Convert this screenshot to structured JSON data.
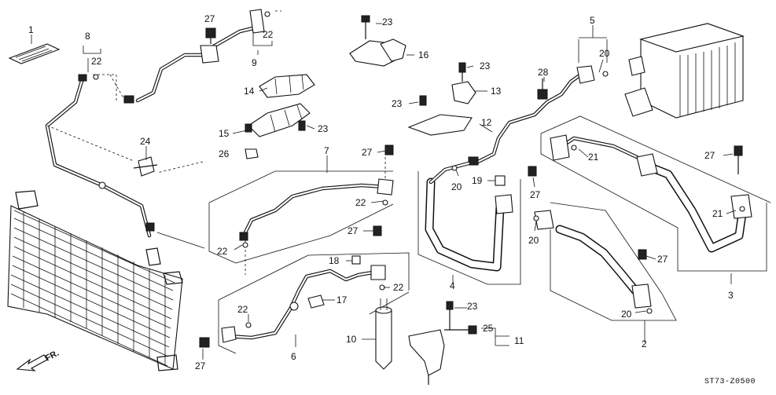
{
  "diagram": {
    "code": "ST73-Z0500",
    "direction": "FR."
  },
  "callouts": [
    {
      "id": "c1",
      "text": "1"
    },
    {
      "id": "c8",
      "text": "8"
    },
    {
      "id": "c22a",
      "text": "22"
    },
    {
      "id": "c27a",
      "text": "27"
    },
    {
      "id": "c22b",
      "text": "22"
    },
    {
      "id": "c9",
      "text": "9"
    },
    {
      "id": "c23a",
      "text": "23"
    },
    {
      "id": "c16",
      "text": "16"
    },
    {
      "id": "c23b",
      "text": "23"
    },
    {
      "id": "c13",
      "text": "13"
    },
    {
      "id": "c23c",
      "text": "23"
    },
    {
      "id": "c5",
      "text": "5"
    },
    {
      "id": "c20a",
      "text": "20"
    },
    {
      "id": "c28",
      "text": "28"
    },
    {
      "id": "c14",
      "text": "14"
    },
    {
      "id": "c15",
      "text": "15"
    },
    {
      "id": "c23d",
      "text": "23"
    },
    {
      "id": "c26",
      "text": "26"
    },
    {
      "id": "c24",
      "text": "24"
    },
    {
      "id": "c7",
      "text": "7"
    },
    {
      "id": "c27b",
      "text": "27"
    },
    {
      "id": "c12",
      "text": "12"
    },
    {
      "id": "c21a",
      "text": "21"
    },
    {
      "id": "c27c",
      "text": "27"
    },
    {
      "id": "c20b",
      "text": "20"
    },
    {
      "id": "c19",
      "text": "19"
    },
    {
      "id": "c27d",
      "text": "27"
    },
    {
      "id": "c21b",
      "text": "21"
    },
    {
      "id": "c22c",
      "text": "22"
    },
    {
      "id": "c27e",
      "text": "27"
    },
    {
      "id": "c20c",
      "text": "20"
    },
    {
      "id": "c27f",
      "text": "27"
    },
    {
      "id": "c22d",
      "text": "22"
    },
    {
      "id": "c18",
      "text": "18"
    },
    {
      "id": "c22e",
      "text": "22"
    },
    {
      "id": "c4",
      "text": "4"
    },
    {
      "id": "c3",
      "text": "3"
    },
    {
      "id": "c17",
      "text": "17"
    },
    {
      "id": "c22f",
      "text": "22"
    },
    {
      "id": "c23e",
      "text": "23"
    },
    {
      "id": "c20d",
      "text": "20"
    },
    {
      "id": "c10",
      "text": "10"
    },
    {
      "id": "c25",
      "text": "25"
    },
    {
      "id": "c11",
      "text": "11"
    },
    {
      "id": "c6",
      "text": "6"
    },
    {
      "id": "c2",
      "text": "2"
    },
    {
      "id": "c27g",
      "text": "27"
    }
  ]
}
